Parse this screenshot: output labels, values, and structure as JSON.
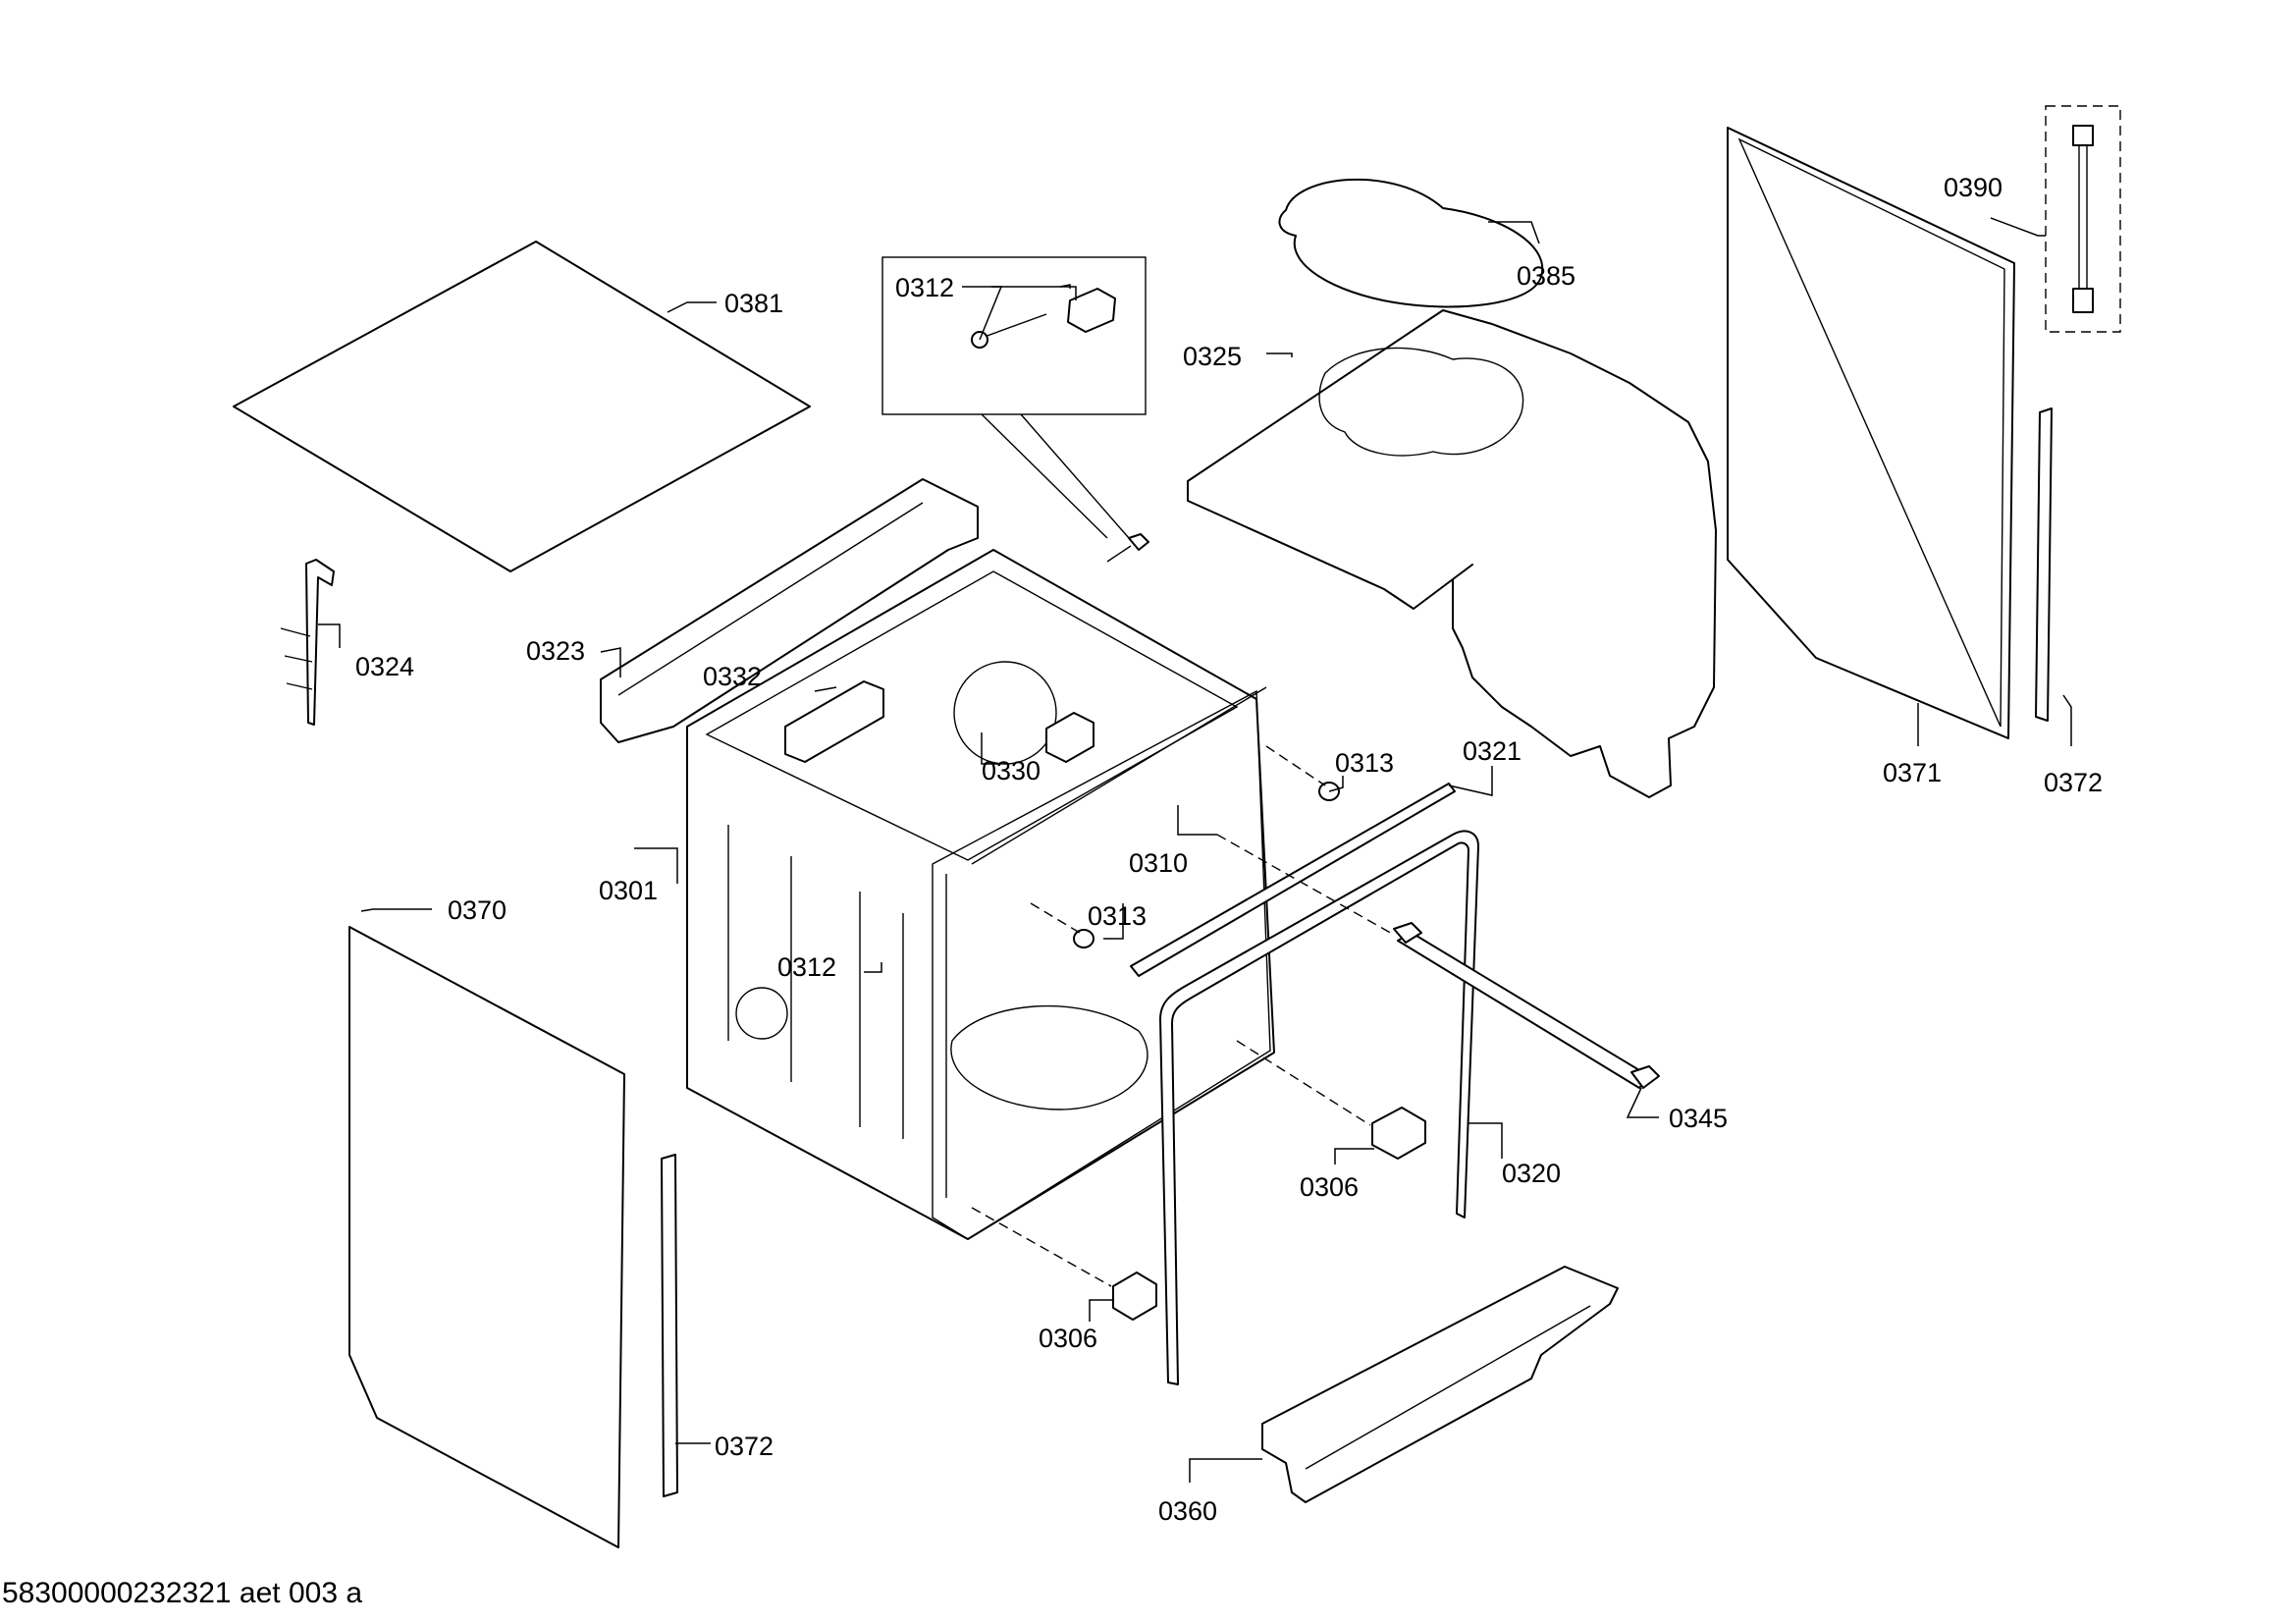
{
  "labels": {
    "l0381": "0381",
    "l0312a": "0312",
    "l0385": "0385",
    "l0325": "0325",
    "l0390": "0390",
    "l0324": "0324",
    "l0323": "0323",
    "l0332": "0332",
    "l0330": "0330",
    "l0313a": "0313",
    "l0321": "0321",
    "l0371": "0371",
    "l0372a": "0372",
    "l0301": "0301",
    "l0310": "0310",
    "l0370": "0370",
    "l0313b": "0313",
    "l0312b": "0312",
    "l0345": "0345",
    "l0306a": "0306",
    "l0320": "0320",
    "l0306b": "0306",
    "l0372b": "0372",
    "l0360": "0360"
  },
  "footer": "58300000232321 aet 003 a"
}
